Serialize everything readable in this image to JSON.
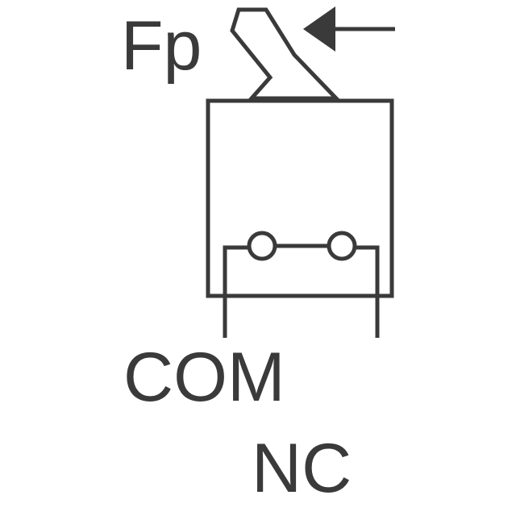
{
  "labels": {
    "force": "Fp",
    "common": "COM",
    "normally_closed": "NC"
  },
  "colors": {
    "stroke": "#3a3a3a",
    "text": "#3a3a3a",
    "background": "#ffffff"
  },
  "icons": {
    "force_arrow": "left-arrow-icon",
    "contact": "circle-contact-icon"
  }
}
